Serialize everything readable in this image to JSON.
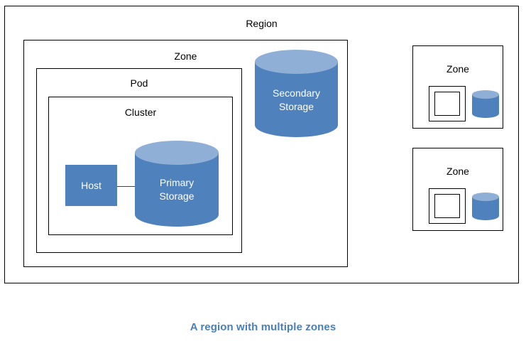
{
  "diagram": {
    "caption": "A region with multiple zones",
    "caption_color": "#4A7EBB",
    "region": {
      "label": "Region",
      "zone_primary": {
        "label": "Zone",
        "pod": {
          "label": "Pod",
          "cluster": {
            "label": "Cluster",
            "host": {
              "label": "Host",
              "fill_color": "#4F81BD",
              "text_color": "#FFFFFF"
            },
            "primary_storage": {
              "label_line1": "Primary",
              "label_line2": "Storage",
              "body_color": "#4F81BD",
              "top_color": "#8FAFD7",
              "text_color": "#FFFFFF"
            }
          }
        },
        "secondary_storage": {
          "label_line1": "Secondary",
          "label_line2": "Storage",
          "body_color": "#4F81BD",
          "top_color": "#8FAFD7",
          "text_color": "#FFFFFF"
        }
      },
      "zones_secondary": [
        {
          "label": "Zone",
          "has_pod_glyph": true,
          "has_storage_glyph": true
        },
        {
          "label": "Zone",
          "has_pod_glyph": true,
          "has_storage_glyph": true
        }
      ]
    },
    "border_color": "#000000",
    "connector_color": "#404040"
  }
}
